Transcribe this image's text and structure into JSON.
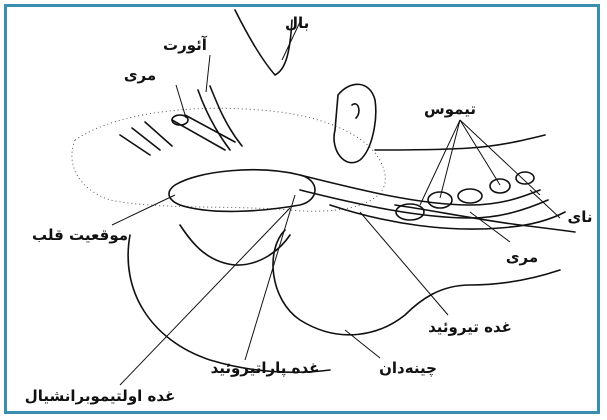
{
  "labels": {
    "wing": "بال",
    "aorta": "آئورت",
    "esophagus_top": "مری",
    "thymus": "تیموس",
    "trachea": "نای",
    "esophagus_right": "مری",
    "heart_position": "موقعیت قلب",
    "thyroid": "غده تیروئید",
    "parathyroid": "غده پاراتیروئید",
    "crop": "چینه‌دان",
    "ultimobranchial": "غده اولتیموبرانشیال"
  },
  "colors": {
    "frame": "#3a8fb0",
    "ink": "#111111"
  }
}
